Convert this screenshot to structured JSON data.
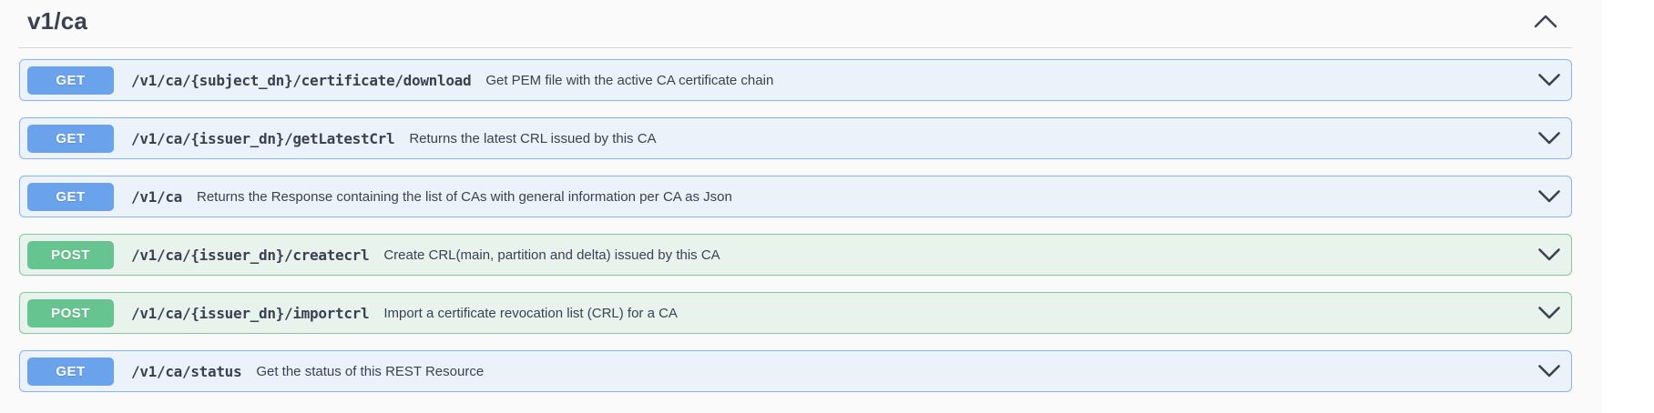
{
  "colors": {
    "page_bg": "#fafafa",
    "right_strip_bg": "#ffffff",
    "text": "#3b4151",
    "get_badge": "#6aa3eb",
    "get_row_bg": "#ebf2fa",
    "get_row_border": "#8ab6f1",
    "post_badge": "#65c490",
    "post_row_bg": "#e9f3ee",
    "post_row_border": "#83c8a3"
  },
  "section": {
    "title": "v1/ca"
  },
  "operations": [
    {
      "method": "GET",
      "path": "/v1/ca/{subject_dn}/certificate/download",
      "description": "Get PEM file with the active CA certificate chain"
    },
    {
      "method": "GET",
      "path": "/v1/ca/{issuer_dn}/getLatestCrl",
      "description": "Returns the latest CRL issued by this CA"
    },
    {
      "method": "GET",
      "path": "/v1/ca",
      "description": "Returns the Response containing the list of CAs with general information per CA as Json"
    },
    {
      "method": "POST",
      "path": "/v1/ca/{issuer_dn}/createcrl",
      "description": "Create CRL(main, partition and delta) issued by this CA"
    },
    {
      "method": "POST",
      "path": "/v1/ca/{issuer_dn}/importcrl",
      "description": "Import a certificate revocation list (CRL) for a CA"
    },
    {
      "method": "GET",
      "path": "/v1/ca/status",
      "description": "Get the status of this REST Resource"
    }
  ]
}
